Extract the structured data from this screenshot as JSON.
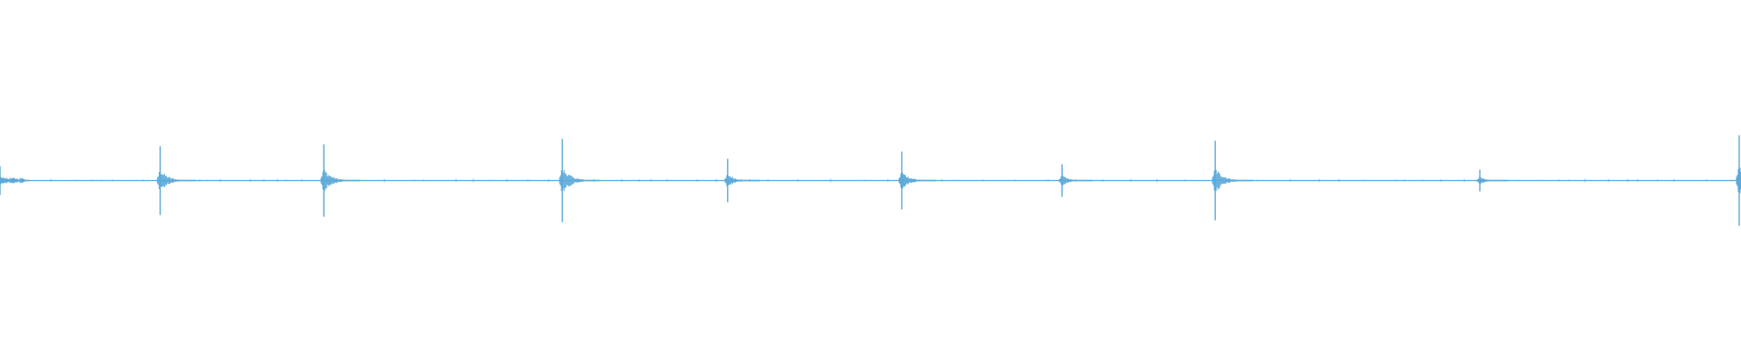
{
  "waveform": {
    "color": "#5aa9d8",
    "duration_fraction_markers": [
      0.0,
      0.092,
      0.186,
      0.323,
      0.418,
      0.518,
      0.61,
      0.698,
      0.85,
      1.0
    ],
    "peak_levels": [
      0.08,
      0.19,
      0.2,
      0.23,
      0.12,
      0.16,
      0.09,
      0.22,
      0.06,
      0.25
    ],
    "baseline_level": 0.0
  }
}
